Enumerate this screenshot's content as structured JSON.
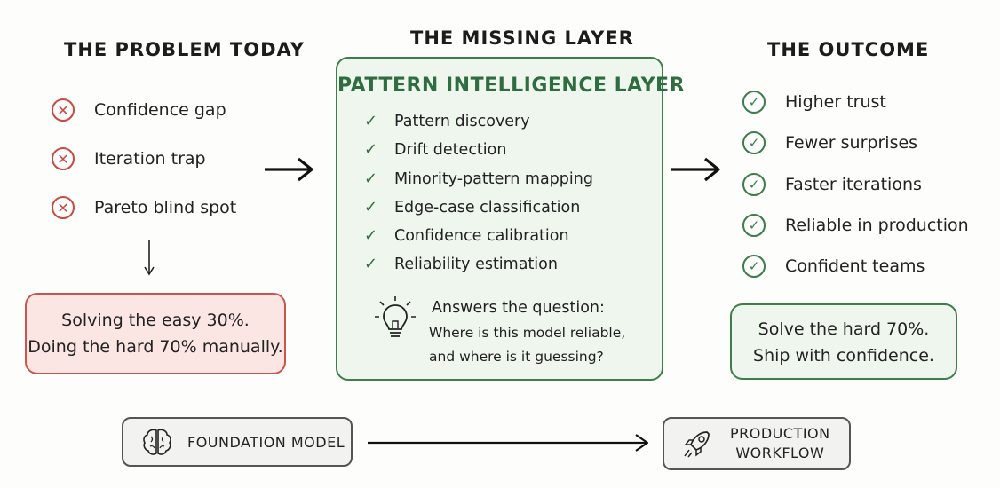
{
  "sections": {
    "problem_heading": "THE PROBLEM TODAY",
    "missing_heading": "THE MISSING LAYER",
    "outcome_heading": "THE OUTCOME"
  },
  "problem": {
    "items": [
      "Confidence gap",
      "Iteration trap",
      "Pareto blind spot"
    ],
    "summary_line1": "Solving the easy 30%.",
    "summary_line2": "Doing the hard 70% manually."
  },
  "layer": {
    "title": "PATTERN INTELLIGENCE LAYER",
    "items": [
      "Pattern discovery",
      "Drift detection",
      "Minority-pattern mapping",
      "Edge-case classification",
      "Confidence calibration",
      "Reliability estimation"
    ],
    "question_intro": "Answers the question:",
    "question_line1": "Where is this model reliable,",
    "question_line2": "and where is it guessing?"
  },
  "outcome": {
    "items": [
      "Higher trust",
      "Fewer surprises",
      "Faster iterations",
      "Reliable in production",
      "Confident teams"
    ],
    "summary_line1": "Solve the hard 70%.",
    "summary_line2": "Ship with confidence."
  },
  "bottom": {
    "foundation_label": "FOUNDATION MODEL",
    "production_line1": "PRODUCTION",
    "production_line2": "WORKFLOW"
  },
  "icons": {
    "problem_marker": "x-circle-icon",
    "layer_marker": "check-icon",
    "outcome_marker": "check-circle-icon",
    "idea": "lightbulb-icon",
    "foundation": "brain-icon",
    "production": "rocket-icon"
  },
  "colors": {
    "problem_accent": "#c84a43",
    "problem_fill": "#fbe6e3",
    "solution_accent": "#3f7d4b",
    "solution_fill": "#eef6ee"
  }
}
